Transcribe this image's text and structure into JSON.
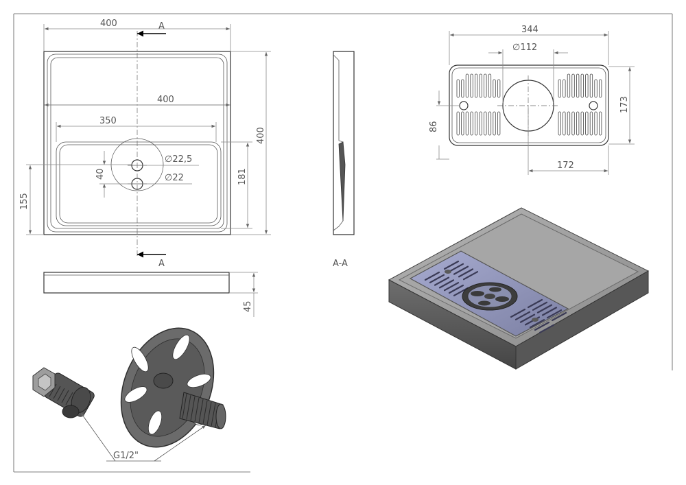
{
  "dimensions": {
    "top_width": "400",
    "inner_width": "400",
    "recess_width": "350",
    "height_total": "400",
    "recess_height": "181",
    "offset_155": "155",
    "offset_40": "40",
    "hole_upper": "∅22,5",
    "hole_lower": "∅22",
    "thickness": "45",
    "grate_width": "344",
    "grate_hole": "∅112",
    "grate_height": "173",
    "grate_offset_86": "86",
    "grate_offset_172": "172",
    "thread": "G1/2\""
  },
  "section": {
    "marker_top": "A",
    "marker_bottom": "A",
    "label": "A-A"
  },
  "colors": {
    "tray": "#9a9a9a",
    "tray_dark": "#5e5e5e",
    "grate": "#8f93b5",
    "strainer": "#6a6a6a"
  }
}
